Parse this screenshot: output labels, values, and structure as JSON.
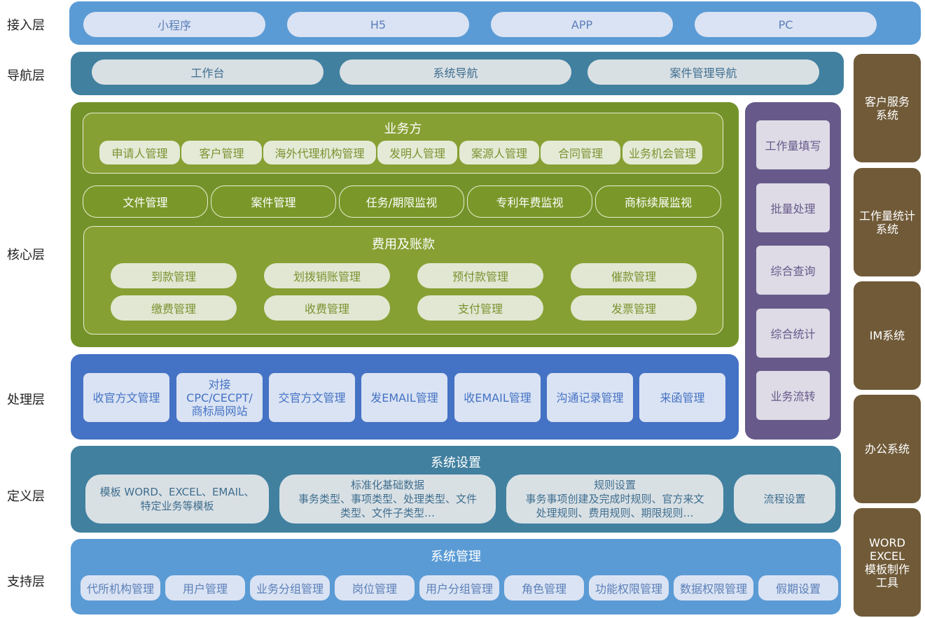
{
  "layers": {
    "access": "接入层",
    "nav": "导航层",
    "core": "核心层",
    "process": "处理层",
    "define": "定义层",
    "support": "支持层"
  },
  "access": {
    "items": [
      "小程序",
      "H5",
      "APP",
      "PC"
    ]
  },
  "nav": {
    "items": [
      "工作台",
      "系统导航",
      "案件管理导航"
    ]
  },
  "core": {
    "business_party": {
      "title": "业务方",
      "items": [
        "申请人管理",
        "客户管理",
        "海外代理机构管理",
        "发明人管理",
        "案源人管理",
        "合同管理",
        "业务机会管理"
      ]
    },
    "management": [
      "文件管理",
      "案件管理",
      "任务/期限监视",
      "专利年费监视",
      "商标续展监视"
    ],
    "fees": {
      "title": "费用及账款",
      "items": [
        "到款管理",
        "划拨销账管理",
        "预付款管理",
        "催款管理",
        "缴费管理",
        "收费管理",
        "支付管理",
        "发票管理"
      ]
    }
  },
  "process": {
    "items": [
      "收官方文管理",
      "对接\nCPC/CECPT/\n商标局网站",
      "交官方文管理",
      "发EMAIL管理",
      "收EMAIL管理",
      "沟通记录管理",
      "来函管理"
    ]
  },
  "define": {
    "title": "系统设置",
    "items": [
      "模板 WORD、EXCEL、EMAIL、\n特定业务等模板",
      "标准化基础数据\n事务类型、事项类型、处理类型、文件\n类型、文件子类型…",
      "规则设置\n事务事项创建及完成时规则、官方来文\n处理规则、费用规则、期限规则…",
      "流程设置"
    ]
  },
  "support": {
    "title": "系统管理",
    "items": [
      "代所机构管理",
      "用户管理",
      "业务分组管理",
      "岗位管理",
      "用户分组管理",
      "角色管理",
      "功能权限管理",
      "数据权限管理",
      "假期设置"
    ]
  },
  "work": {
    "items": [
      "工作量填写",
      "批量处理",
      "综合查询",
      "综合统计",
      "业务流转"
    ]
  },
  "systems": {
    "items": [
      "客户服务\n系统",
      "工作量统计\n系统",
      "IM系统",
      "办公系统",
      "WORD\nEXCEL\n模板制作\n工具"
    ]
  },
  "colors": {
    "access": "#5b9bd5",
    "nav": "#41809f",
    "core": "#74922a",
    "process": "#4472c4",
    "define": "#41809f",
    "support": "#5b9bd5",
    "work": "#675a8a",
    "systems": "#705a38"
  }
}
